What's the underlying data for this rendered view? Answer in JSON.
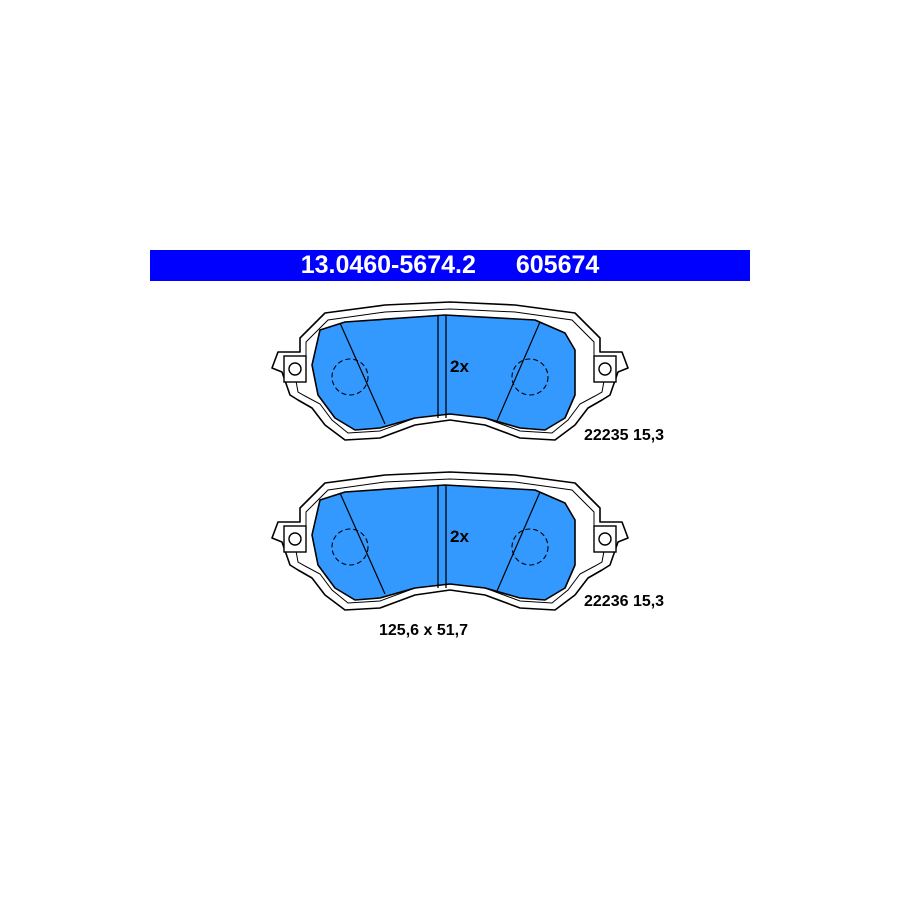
{
  "header": {
    "part_number": "13.0460-5674.2",
    "reference_number": "605674",
    "background_color": "#0000ff",
    "text_color": "#ffffff"
  },
  "pads": [
    {
      "quantity": "2x",
      "code": "22235 15,3"
    },
    {
      "quantity": "2x",
      "code": "22236 15,3"
    }
  ],
  "dimensions": "125,6 x 51,7",
  "pad_fill_color": "#3399ff"
}
